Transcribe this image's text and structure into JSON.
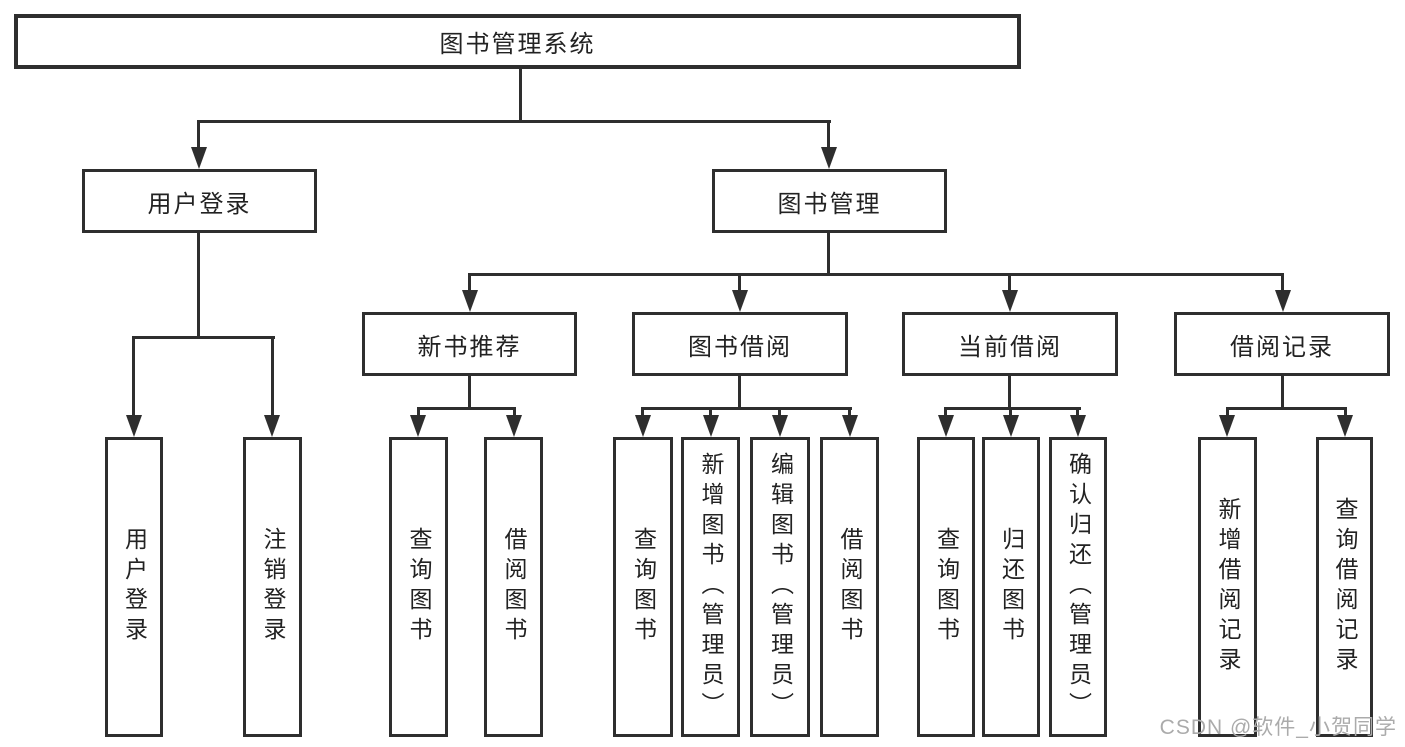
{
  "tree": {
    "label": "图书管理系统",
    "children": [
      {
        "label": "用户登录",
        "children": [
          {
            "label": "用户登录"
          },
          {
            "label": "注销登录"
          }
        ]
      },
      {
        "label": "图书管理",
        "children": [
          {
            "label": "新书推荐",
            "children": [
              {
                "label": "查询图书"
              },
              {
                "label": "借阅图书"
              }
            ]
          },
          {
            "label": "图书借阅",
            "children": [
              {
                "label": "查询图书"
              },
              {
                "label": "新增图书（管理员）"
              },
              {
                "label": "编辑图书（管理员）"
              },
              {
                "label": "借阅图书"
              }
            ]
          },
          {
            "label": "当前借阅",
            "children": [
              {
                "label": "查询图书"
              },
              {
                "label": "归还图书"
              },
              {
                "label": "确认归还（管理员）"
              }
            ]
          },
          {
            "label": "借阅记录",
            "children": [
              {
                "label": "新增借阅记录"
              },
              {
                "label": "查询借阅记录"
              }
            ]
          }
        ]
      }
    ]
  },
  "watermark": {
    "text": "CSDN @软件_小贺同学"
  },
  "colors": {
    "line": "#2e2e2e",
    "text": "#222222",
    "background": "#ffffff",
    "watermark": "#ababab"
  }
}
